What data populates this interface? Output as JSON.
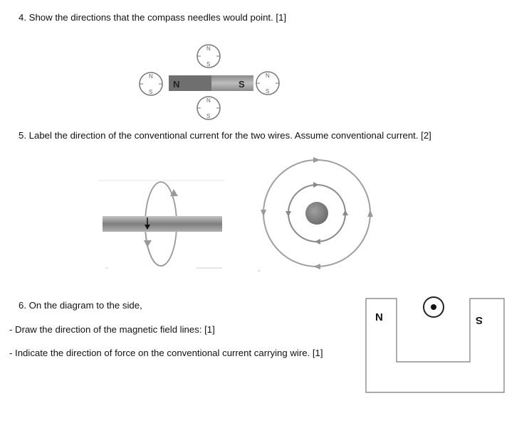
{
  "questions": [
    {
      "id": "q4",
      "text": "4. Show the directions that the compass needles would point.  [1]"
    },
    {
      "id": "q5",
      "text": "5.  Label the direction of the conventional current for the two wires. Assume conventional current.  [2]"
    },
    {
      "id": "q6",
      "text": "6. On the diagram to the side,",
      "sub": [
        "- Draw the direction of the magnetic field lines: [1]",
        "- Indicate the direction of force on the conventional current carrying wire. [1]"
      ]
    }
  ],
  "bar_magnet": {
    "north_label": "N",
    "south_label": "S"
  },
  "compass": {
    "north_label": "N",
    "south_label": "S"
  },
  "horseshoe_magnet": {
    "north_label": "N",
    "south_label": "S"
  },
  "colors": {
    "magnet_dark": "#6d6d6d",
    "magnet_light": "#b5b5b5",
    "wire_gray": "#8c8c8c",
    "field_gray": "#9a9a9a"
  }
}
